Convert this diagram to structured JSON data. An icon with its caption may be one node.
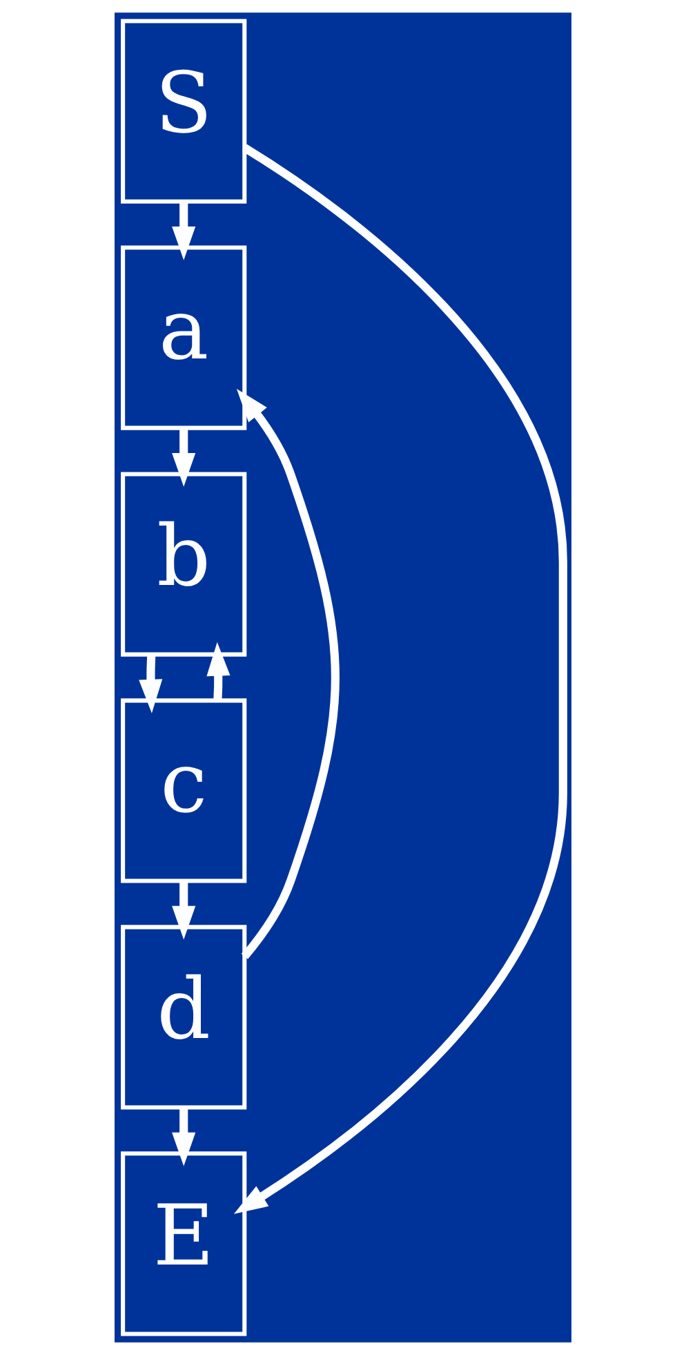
{
  "diagram": {
    "nodes": [
      {
        "text": [
          "S"
        ]
      },
      {
        "text": [
          "a"
        ]
      },
      {
        "text": [
          "b"
        ]
      },
      {
        "text": [
          "c"
        ]
      },
      {
        "text": [
          "d"
        ]
      },
      {
        "text": [
          "E"
        ]
      }
    ],
    "edges": [
      {
        "from": 0,
        "to": 1,
        "arrow": "to"
      },
      {
        "from": 1,
        "to": 2,
        "arrow": "to"
      },
      {
        "from": 2,
        "to": 3,
        "arrow": "to"
      },
      {
        "from": 3,
        "to": 4,
        "arrow": "to"
      },
      {
        "from": 4,
        "to": 5,
        "arrow": "to"
      },
      {
        "from": 3,
        "to": 2,
        "arrow": "to"
      },
      {
        "from": 4,
        "to": 1,
        "arrow": "to"
      },
      {
        "from": 0,
        "to": 5,
        "arrow": "to"
      }
    ]
  }
}
